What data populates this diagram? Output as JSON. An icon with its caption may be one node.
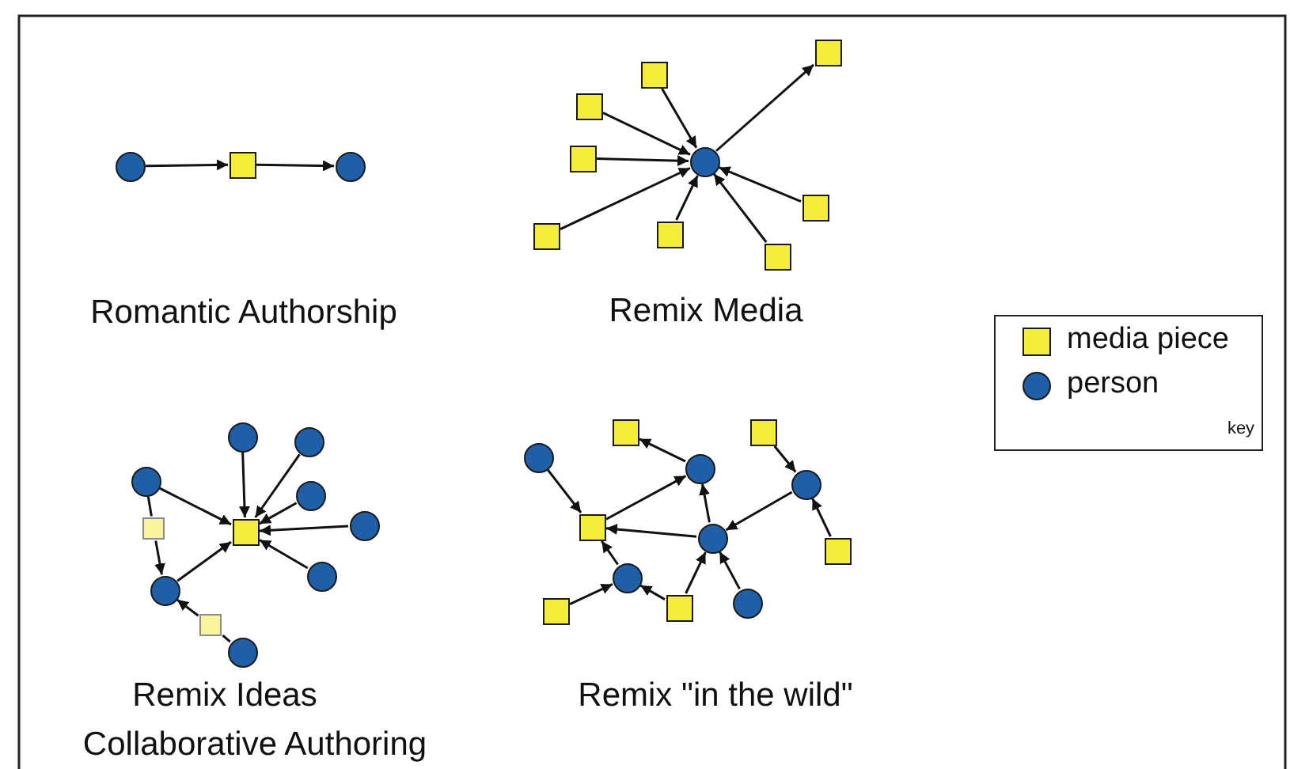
{
  "diagram": {
    "nodes": [
      {
        "text": [],
        "shape": "circle"
      },
      {
        "text": [],
        "shape": "box"
      },
      {
        "text": [],
        "shape": "circle"
      },
      {
        "text": [],
        "shape": "box"
      },
      {
        "text": [],
        "shape": "box"
      },
      {
        "text": [],
        "shape": "box"
      },
      {
        "text": [],
        "shape": "box"
      },
      {
        "text": [],
        "shape": "box"
      },
      {
        "text": [],
        "shape": "circle"
      },
      {
        "text": [],
        "shape": "box"
      },
      {
        "text": [],
        "shape": "box"
      },
      {
        "text": [],
        "shape": "box"
      },
      {
        "text": [],
        "shape": "circle"
      },
      {
        "text": [],
        "shape": "circle"
      },
      {
        "text": [],
        "shape": "box"
      },
      {
        "text": [],
        "shape": "circle"
      },
      {
        "text": [],
        "shape": "circle"
      },
      {
        "text": [],
        "shape": "box"
      },
      {
        "text": [],
        "shape": "circle"
      },
      {
        "text": [],
        "shape": "circle"
      },
      {
        "text": [],
        "shape": "circle"
      },
      {
        "text": [],
        "shape": "box"
      },
      {
        "text": [],
        "shape": "circle"
      },
      {
        "text": [],
        "shape": "box"
      },
      {
        "text": [],
        "shape": "box"
      },
      {
        "text": [],
        "shape": "circle"
      },
      {
        "text": [],
        "shape": "circle"
      },
      {
        "text": [],
        "shape": "box"
      },
      {
        "text": [],
        "shape": "circle"
      },
      {
        "text": [],
        "shape": "box"
      },
      {
        "text": [],
        "shape": "circle"
      },
      {
        "text": [],
        "shape": "box"
      },
      {
        "text": [],
        "shape": "box"
      },
      {
        "text": [],
        "shape": "circle"
      },
      {
        "text": [],
        "shape": "circle"
      }
    ],
    "edges": [
      {
        "from": 0,
        "to": 1,
        "arrow": "to"
      },
      {
        "from": 1,
        "to": 2,
        "arrow": "to"
      },
      {
        "from": 3,
        "to": 8,
        "arrow": "to"
      },
      {
        "from": 4,
        "to": 8,
        "arrow": "to"
      },
      {
        "from": 5,
        "to": 8,
        "arrow": "to"
      },
      {
        "from": 7,
        "to": 8,
        "arrow": "to"
      },
      {
        "from": 8,
        "to": 6,
        "arrow": "to"
      },
      {
        "from": 9,
        "to": 8,
        "arrow": "to"
      },
      {
        "from": 10,
        "to": 8,
        "arrow": "to"
      },
      {
        "from": 11,
        "to": 8,
        "arrow": "to"
      },
      {
        "from": 12,
        "to": 14,
        "arrow": "to"
      },
      {
        "from": 13,
        "to": 14,
        "arrow": "to"
      },
      {
        "from": 15,
        "to": 14,
        "arrow": "to"
      },
      {
        "from": 15,
        "to": 17,
        "arrow": "none"
      },
      {
        "from": 17,
        "to": 19,
        "arrow": "to"
      },
      {
        "from": 16,
        "to": 14,
        "arrow": "to"
      },
      {
        "from": 18,
        "to": 14,
        "arrow": "to"
      },
      {
        "from": 20,
        "to": 14,
        "arrow": "to"
      },
      {
        "from": 19,
        "to": 14,
        "arrow": "to"
      },
      {
        "from": 22,
        "to": 21,
        "arrow": "none"
      },
      {
        "from": 21,
        "to": 19,
        "arrow": "to"
      },
      {
        "from": 25,
        "to": 27,
        "arrow": "to"
      },
      {
        "from": 27,
        "to": 26,
        "arrow": "to"
      },
      {
        "from": 26,
        "to": 23,
        "arrow": "to"
      },
      {
        "from": 24,
        "to": 28,
        "arrow": "to"
      },
      {
        "from": 29,
        "to": 28,
        "arrow": "to"
      },
      {
        "from": 28,
        "to": 30,
        "arrow": "to"
      },
      {
        "from": 30,
        "to": 27,
        "arrow": "to"
      },
      {
        "from": 30,
        "to": 26,
        "arrow": "to"
      },
      {
        "from": 31,
        "to": 33,
        "arrow": "to"
      },
      {
        "from": 33,
        "to": 27,
        "arrow": "to"
      },
      {
        "from": 32,
        "to": 33,
        "arrow": "to"
      },
      {
        "from": 32,
        "to": 30,
        "arrow": "to"
      },
      {
        "from": 34,
        "to": 30,
        "arrow": "to"
      }
    ],
    "labels": [
      "Romantic Authorship",
      "Remix Media",
      "Remix Ideas",
      "Collaborative Authoring",
      "Remix \"in the wild\"",
      "key"
    ],
    "legend": [
      {
        "text": "media piece",
        "color": "#f6ec3a"
      },
      {
        "text": "person",
        "color": "#1f5fa8"
      }
    ]
  }
}
